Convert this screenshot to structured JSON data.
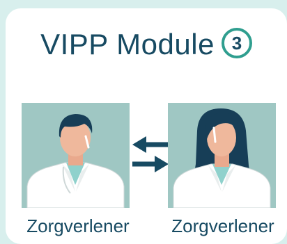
{
  "header": {
    "title": "VIPP Module",
    "module_number": "3"
  },
  "participants": [
    {
      "label": "Zorgverlener",
      "icon": "male-doctor-avatar"
    },
    {
      "label": "Zorgverlener",
      "icon": "female-doctor-avatar"
    }
  ],
  "colors": {
    "page_background": "#d8efed",
    "card_background": "#ffffff",
    "text": "#174a62",
    "badge_ring": "#2f9e8f",
    "portrait_background": "#9fc7c3",
    "arrow": "#174a62"
  }
}
